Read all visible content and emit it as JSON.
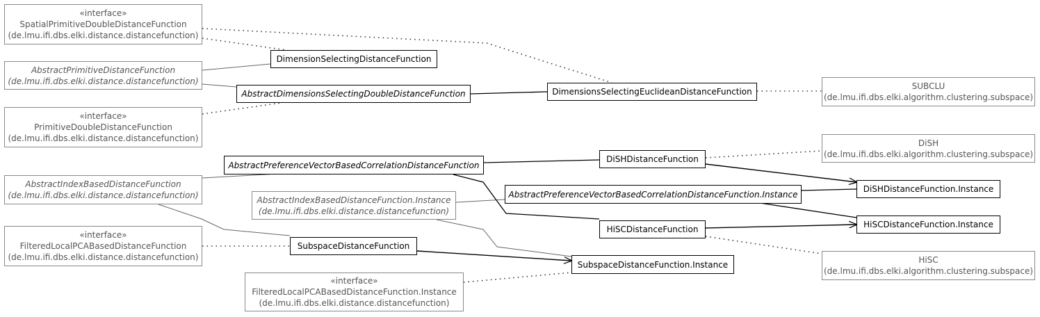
{
  "diagram": {
    "stereotype": "«interface»",
    "nodes": {
      "spatialPrimitive": {
        "name": "SpatialPrimitiveDoubleDistanceFunction",
        "pkg": "(de.lmu.ifi.dbs.elki.distance.distancefunction)"
      },
      "abstractPrimitive": {
        "name": "AbstractPrimitiveDistanceFunction",
        "pkg": "(de.lmu.ifi.dbs.elki.distance.distancefunction)"
      },
      "primitiveDouble": {
        "name": "PrimitiveDoubleDistanceFunction",
        "pkg": "(de.lmu.ifi.dbs.elki.distance.distancefunction)"
      },
      "abstractIndexBased": {
        "name": "AbstractIndexBasedDistanceFunction",
        "pkg": "(de.lmu.ifi.dbs.elki.distance.distancefunction)"
      },
      "filteredLocalPCA": {
        "name": "FilteredLocalPCABasedDistanceFunction",
        "pkg": "(de.lmu.ifi.dbs.elki.distance.distancefunction)"
      },
      "dimSelecting": {
        "name": "DimensionSelectingDistanceFunction"
      },
      "abstractDimsSelecting": {
        "name": "AbstractDimensionsSelectingDoubleDistanceFunction"
      },
      "abstractPrefVector": {
        "name": "AbstractPreferenceVectorBasedCorrelationDistanceFunction"
      },
      "abstractIndexBasedInstance": {
        "name": "AbstractIndexBasedDistanceFunction.Instance",
        "pkg": "(de.lmu.ifi.dbs.elki.distance.distancefunction)"
      },
      "subspaceDist": {
        "name": "SubspaceDistanceFunction"
      },
      "filteredLocalPCAInstance": {
        "name": "FilteredLocalPCABasedDistanceFunction.Instance",
        "pkg": "(de.lmu.ifi.dbs.elki.distance.distancefunction)"
      },
      "dimsSelectingEuclid": {
        "name": "DimensionsSelectingEuclideanDistanceFunction"
      },
      "dishDist": {
        "name": "DiSHDistanceFunction"
      },
      "abstractPrefVectorInstance": {
        "name": "AbstractPreferenceVectorBasedCorrelationDistanceFunction.Instance"
      },
      "hiscDist": {
        "name": "HiSCDistanceFunction"
      },
      "subspaceDistInstance": {
        "name": "SubspaceDistanceFunction.Instance"
      },
      "subclu": {
        "name": "SUBCLU",
        "pkg": "(de.lmu.ifi.dbs.elki.algorithm.clustering.subspace)"
      },
      "dish": {
        "name": "DiSH",
        "pkg": "(de.lmu.ifi.dbs.elki.algorithm.clustering.subspace)"
      },
      "dishInstance": {
        "name": "DiSHDistanceFunction.Instance"
      },
      "hiscInstance": {
        "name": "HiSCDistanceFunction.Instance"
      },
      "hisc": {
        "name": "HiSC",
        "pkg": "(de.lmu.ifi.dbs.elki.algorithm.clustering.subspace)"
      }
    }
  }
}
